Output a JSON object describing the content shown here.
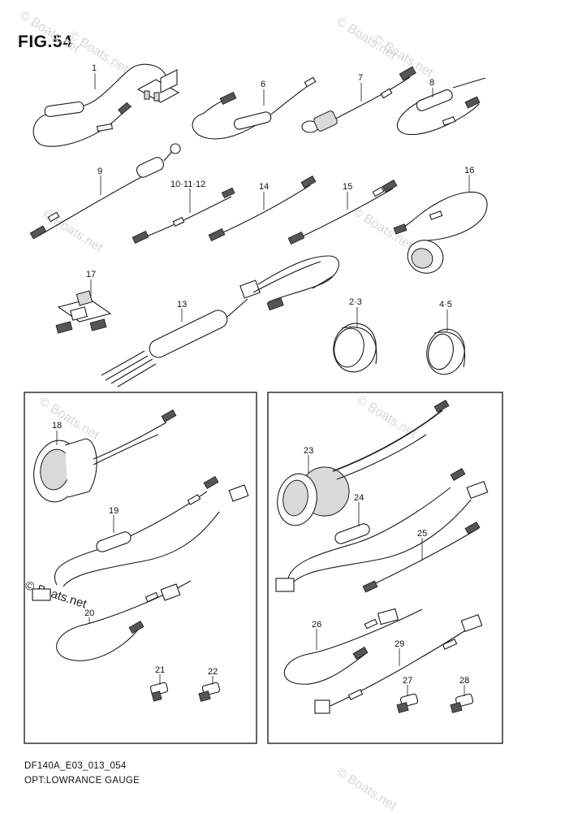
{
  "figure": {
    "title": "FIG.54",
    "code": "DF140A_E03_013_054",
    "caption": "OPT:LOWRANCE GAUGE"
  },
  "watermark": "© Boats.net",
  "callouts": [
    "1",
    "6",
    "7",
    "8",
    "9",
    "10·11·12",
    "14",
    "15",
    "16",
    "17",
    "13",
    "2·3",
    "4·5",
    "18",
    "19",
    "20",
    "21",
    "22",
    "23",
    "24",
    "25",
    "26",
    "29",
    "27",
    "28"
  ]
}
